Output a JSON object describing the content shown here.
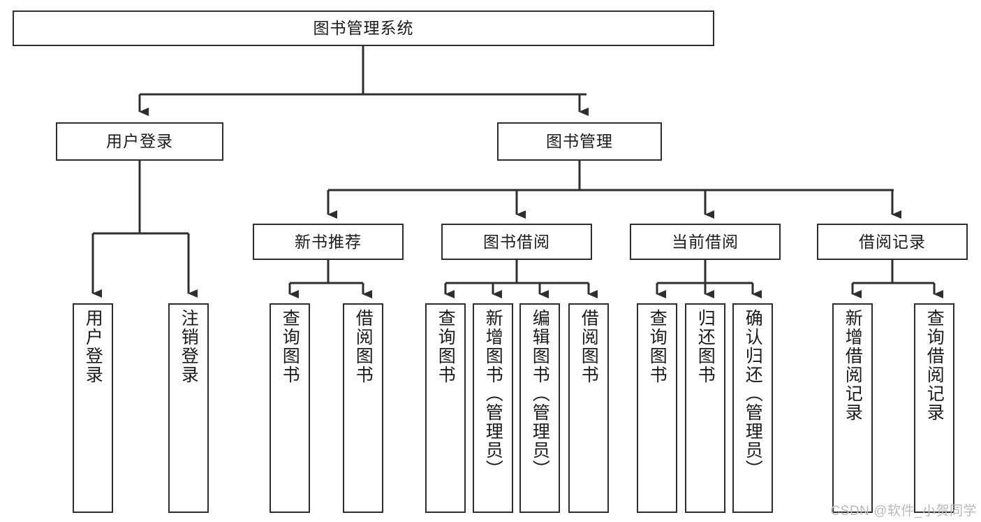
{
  "diagram": {
    "type": "tree",
    "title": "图书管理系统",
    "watermark": "CSDN @软件_小贺同学",
    "colors": {
      "stroke": "#2e2e2e",
      "fill": "#ffffff",
      "text": "#1a1a1a",
      "watermark": "#b9b9b9"
    },
    "nodes": {
      "root": {
        "label": "图书管理系统",
        "level": 1,
        "orientation": "horizontal"
      },
      "l2": [
        {
          "id": "user-login",
          "label": "用户登录",
          "level": 2,
          "orientation": "horizontal"
        },
        {
          "id": "book-manage",
          "label": "图书管理",
          "level": 2,
          "orientation": "horizontal"
        }
      ],
      "l3": [
        {
          "id": "new-book-rec",
          "label": "新书推荐",
          "level": 3,
          "orientation": "horizontal"
        },
        {
          "id": "book-borrow",
          "label": "图书借阅",
          "level": 3,
          "orientation": "horizontal"
        },
        {
          "id": "current-borrow",
          "label": "当前借阅",
          "level": 3,
          "orientation": "horizontal"
        },
        {
          "id": "borrow-record",
          "label": "借阅记录",
          "level": 3,
          "orientation": "horizontal"
        }
      ],
      "leaves": [
        {
          "id": "leaf-user-login",
          "label": "用户登录",
          "parent": "user-login",
          "orientation": "vertical"
        },
        {
          "id": "leaf-user-logout",
          "label": "注销登录",
          "parent": "user-login",
          "orientation": "vertical"
        },
        {
          "id": "leaf-query-book-1",
          "label": "查询图书",
          "parent": "new-book-rec",
          "orientation": "vertical"
        },
        {
          "id": "leaf-borrow-book-1",
          "label": "借阅图书",
          "parent": "new-book-rec",
          "orientation": "vertical"
        },
        {
          "id": "leaf-query-book-2",
          "label": "查询图书",
          "parent": "book-borrow",
          "orientation": "vertical"
        },
        {
          "id": "leaf-add-book",
          "label": "新增图书（管理员）",
          "parent": "book-borrow",
          "orientation": "vertical"
        },
        {
          "id": "leaf-edit-book",
          "label": "编辑图书（管理员）",
          "parent": "book-borrow",
          "orientation": "vertical"
        },
        {
          "id": "leaf-borrow-book-2",
          "label": "借阅图书",
          "parent": "book-borrow",
          "orientation": "vertical"
        },
        {
          "id": "leaf-query-book-3",
          "label": "查询图书",
          "parent": "current-borrow",
          "orientation": "vertical"
        },
        {
          "id": "leaf-return-book",
          "label": "归还图书",
          "parent": "current-borrow",
          "orientation": "vertical"
        },
        {
          "id": "leaf-confirm-return",
          "label": "确认归还（管理员）",
          "parent": "current-borrow",
          "orientation": "vertical"
        },
        {
          "id": "leaf-add-record",
          "label": "新增借阅记录",
          "parent": "borrow-record",
          "orientation": "vertical"
        },
        {
          "id": "leaf-query-record",
          "label": "查询借阅记录",
          "parent": "borrow-record",
          "orientation": "vertical"
        }
      ]
    }
  }
}
